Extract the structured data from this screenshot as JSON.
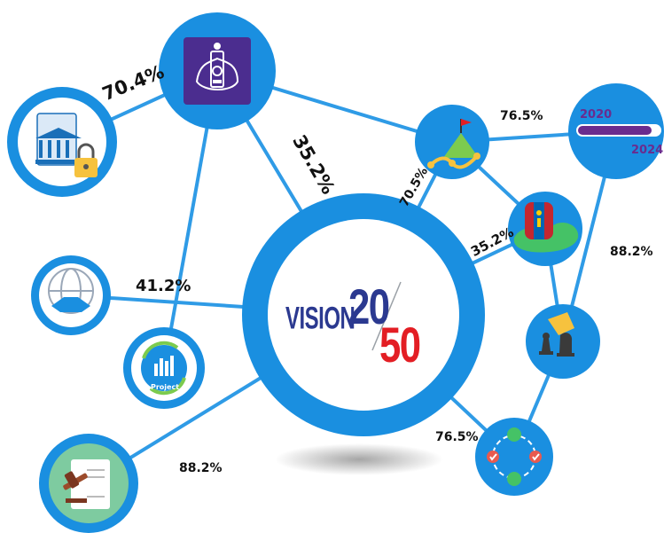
{
  "center": {
    "word": "VISION",
    "left": "20",
    "right": "50"
  },
  "years": {
    "start": "2020",
    "end": "2024"
  },
  "node_text": {
    "project": "Project"
  },
  "percentages": {
    "top_left": "70.4%",
    "top_diag": "35.2%",
    "goal_left": "70.5%",
    "goal_right": "76.5%",
    "flag_diag": "35.2%",
    "right_vertical": "88.2%",
    "handshake": "41.2%",
    "bottom_center": "76.5%",
    "bottom_left": "88.2%"
  },
  "colors": {
    "node_blue": "#1a8fe0",
    "line_blue": "#2f9be6",
    "emblem_purple": "#4b2d8f",
    "vision_blue": "#2b3990",
    "vision_red": "#e31e24",
    "progress_purple": "#6a2c8e"
  },
  "progress": {
    "fill_fraction": 0.9
  },
  "icons": [
    "soyombo-emblem-icon",
    "government-building-lock-icon",
    "handshake-globe-icon",
    "project-cycle-icon",
    "law-gavel-document-icon",
    "roadmap-goal-icon",
    "mongolia-flag-map-icon",
    "chess-strategy-icon",
    "process-cycle-icon",
    "year-progress-icon"
  ]
}
